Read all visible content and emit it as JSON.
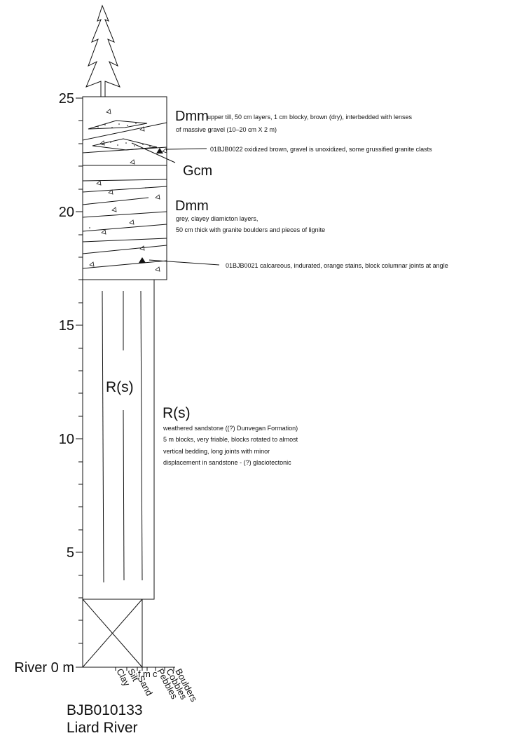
{
  "axis": {
    "tick_labels": [
      "25",
      "20",
      "15",
      "10",
      "5",
      "River 0 m"
    ],
    "scale_max": 25
  },
  "grain_size": {
    "labels": [
      "Clay",
      "Silt",
      "f",
      "m",
      "c",
      "Sand",
      "Pebbles",
      "Cobbles",
      "Boulders"
    ]
  },
  "units": {
    "dmm_upper": {
      "code": "Dmm",
      "description": [
        "upper till, 50 cm layers, 1 cm blocky, brown (dry), interbedded with lenses",
        "of massive gravel (10–20 cm X 2 m)"
      ]
    },
    "gcm": {
      "code": "Gcm"
    },
    "dmm_lower": {
      "code": "Dmm",
      "description": [
        "grey, clayey diamicton layers,",
        "50 cm thick with granite boulders and pieces of lignite"
      ]
    },
    "rock": {
      "inner_label": "R(s)",
      "code": "R(s)",
      "description": [
        "weathered sandstone ((?) Dunvegan Formation)",
        "5 m blocks, very friable, blocks rotated to almost",
        "vertical bedding, long joints with minor",
        "displacement in sandstone - (?) glaciotectonic"
      ]
    }
  },
  "samples": [
    {
      "id": "01BJB0022",
      "note": "01BJB0022 oxidized brown, gravel is unoxidized, some grussified granite clasts"
    },
    {
      "id": "01BJB0021",
      "note": "01BJB0021  calcareous, indurated, orange stains, block columnar joints at angle"
    }
  ],
  "site": {
    "name": "BJB010133",
    "location": "Liard River"
  }
}
